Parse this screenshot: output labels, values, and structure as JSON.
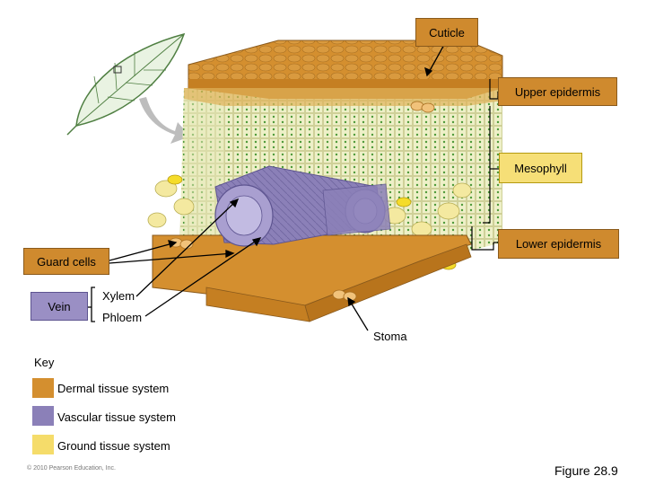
{
  "labels": {
    "cuticle": "Cuticle",
    "upper_epidermis": "Upper epidermis",
    "mesophyll": "Mesophyll",
    "lower_epidermis": "Lower epidermis",
    "guard_cells": "Guard cells",
    "vein": "Vein",
    "xylem": "Xylem",
    "phloem": "Phloem",
    "stoma": "Stoma"
  },
  "key": {
    "title": "Key",
    "items": [
      {
        "label": "Dermal tissue system",
        "color": "#d48f2f"
      },
      {
        "label": "Vascular tissue system",
        "color": "#8b80b8"
      },
      {
        "label": "Ground tissue system",
        "color": "#f5dc6a"
      }
    ]
  },
  "colors": {
    "dermal": "#d48f2f",
    "vascular": "#8b80b8",
    "ground": "#f5dc6a",
    "mesophyll_cell": "#eef0c8",
    "chloroplast": "#4e9a3a"
  },
  "footer": {
    "copyright": "© 2010 Pearson Education, Inc.",
    "figure": "Figure 28.9"
  }
}
